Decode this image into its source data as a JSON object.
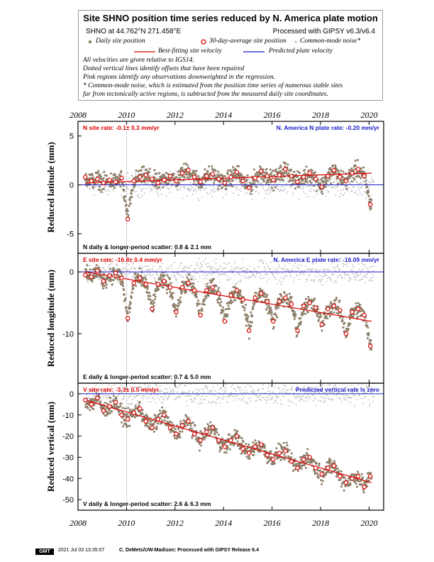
{
  "header": {
    "title": "Site SHNO position time series reduced by N. America plate motion",
    "site_coords": "SHNO at 44.762°N 271.458°E",
    "processing": "Processed with GIPSY v6.3/v6.4",
    "legend_daily": "Daily site position",
    "legend_avg": "30-day-average site position",
    "legend_cmn": "Common-mode noise*",
    "legend_best": "Best-fitting site velocity",
    "legend_pred": "Predicted plate velocity",
    "note1": "All velocities are given relative to IGS14.",
    "note2": "Dotted vertical lines identify offsets that have been repaired",
    "note3": "Pink regions identify any observations downweighted in the regression.",
    "note4": "* Common-mode noise, which is estimated from the position time series of numerous stable sites",
    "note5": "far from tectonically active regions, is subtracted from the measured daily site coordinates."
  },
  "colors": {
    "daily": "#8c7e68",
    "avg_fill": "#ffffff",
    "avg_edge": "#e00000",
    "cmn": "#b8b8b8",
    "best_fit": "#e00000",
    "predicted": "#1a1acc",
    "site_rate_text": "#e00000",
    "plate_rate_text": "#1a1acc"
  },
  "footer": {
    "logo": "GMT",
    "stamp": "2021 Jul 03 13:35:07",
    "credit": "C. DeMets/UW-Madison: Processed with GIPSY Release 6.4"
  },
  "chart_data": [
    {
      "type": "scatter",
      "component": "N",
      "ylabel": "Reduced latitude (mm)",
      "site_rate": "N site rate:  -0.1± 0.3 mm/yr",
      "plate_rate": "N. America N plate rate:  -0.20 mm/yr",
      "scatter": "N daily & longer-period scatter:    0.8 &    2.1 mm",
      "xlim": [
        2008.0,
        2020.6
      ],
      "ylim": [
        -7,
        6.5
      ],
      "yticks": [
        5,
        0,
        -5
      ],
      "xticks": [
        2008,
        2010,
        2012,
        2014,
        2016,
        2018,
        2020
      ],
      "offset_line_x": 2010.0,
      "best_fit": {
        "x": [
          2008.3,
          2020.1
        ],
        "y": [
          0.2,
          1.2
        ]
      },
      "predicted": {
        "x": [
          2008.0,
          2020.6
        ],
        "y": [
          0.0,
          0.0
        ]
      },
      "monthly_avg": {
        "x": [
          2008.3,
          2008.55,
          2008.8,
          2009.05,
          2009.3,
          2009.55,
          2009.8,
          2010.05,
          2010.3,
          2010.55,
          2010.8,
          2011.05,
          2011.3,
          2011.55,
          2011.8,
          2012.05,
          2012.3,
          2012.55,
          2012.8,
          2013.05,
          2013.3,
          2013.55,
          2013.8,
          2014.05,
          2014.3,
          2014.55,
          2014.8,
          2015.05,
          2015.3,
          2015.55,
          2015.8,
          2016.05,
          2016.3,
          2016.55,
          2016.8,
          2017.05,
          2017.3,
          2017.55,
          2017.8,
          2018.05,
          2018.3,
          2018.55,
          2018.8,
          2019.05,
          2019.3,
          2019.55,
          2019.8,
          2020.05
        ],
        "y": [
          0.8,
          0.4,
          0.6,
          0.2,
          0.5,
          0.3,
          0.7,
          -3.5,
          0.4,
          0.8,
          1.0,
          0.6,
          0.2,
          0.5,
          0.9,
          0.4,
          1.2,
          1.5,
          0.8,
          0.3,
          0.9,
          1.1,
          0.6,
          0.2,
          0.8,
          1.3,
          0.4,
          -0.3,
          0.7,
          1.4,
          0.9,
          0.5,
          1.0,
          1.6,
          0.9,
          0.3,
          0.8,
          1.2,
          0.6,
          -0.2,
          0.9,
          1.5,
          0.8,
          0.4,
          1.2,
          1.6,
          0.9,
          -2.0
        ]
      }
    },
    {
      "type": "scatter",
      "component": "E",
      "ylabel": "Reduced longitude (mm)",
      "site_rate": "E site rate: -16.8± 0.4 mm/yr",
      "plate_rate": "N. America E plate rate: -16.09 mm/yr",
      "scatter": "E daily & longer-period scatter:    0.7 &    5.0 mm",
      "xlim": [
        2008.0,
        2020.6
      ],
      "ylim": [
        -18,
        3
      ],
      "yticks": [
        0,
        -10
      ],
      "xticks": [
        2008,
        2010,
        2012,
        2014,
        2016,
        2018,
        2020
      ],
      "offset_line_x": 2010.0,
      "best_fit": {
        "x": [
          2008.3,
          2020.1
        ],
        "y": [
          0.0,
          -8.0
        ]
      },
      "predicted": {
        "x": [
          2008.0,
          2020.6
        ],
        "y": [
          0.0,
          0.0
        ]
      },
      "monthly_avg": {
        "x": [
          2008.3,
          2008.55,
          2008.8,
          2009.05,
          2009.3,
          2009.55,
          2009.8,
          2010.05,
          2010.3,
          2010.55,
          2010.8,
          2011.05,
          2011.3,
          2011.55,
          2011.8,
          2012.05,
          2012.3,
          2012.55,
          2012.8,
          2013.05,
          2013.3,
          2013.55,
          2013.8,
          2014.05,
          2014.3,
          2014.55,
          2014.8,
          2015.05,
          2015.3,
          2015.55,
          2015.8,
          2016.05,
          2016.3,
          2016.55,
          2016.8,
          2017.05,
          2017.3,
          2017.55,
          2017.8,
          2018.05,
          2018.3,
          2018.55,
          2018.8,
          2019.05,
          2019.3,
          2019.55,
          2019.8,
          2020.05
        ],
        "y": [
          -0.5,
          -0.8,
          0.2,
          -1.5,
          -0.6,
          -0.2,
          -1.0,
          -7.5,
          -1.8,
          -1.0,
          -2.0,
          -6.0,
          -2.0,
          -1.5,
          -2.5,
          -6.5,
          -2.5,
          -1.8,
          -3.0,
          -7.0,
          -3.0,
          -2.5,
          -3.5,
          -8.0,
          -3.8,
          -3.0,
          -4.5,
          -9.5,
          -4.2,
          -3.5,
          -4.8,
          -8.0,
          -4.8,
          -4.2,
          -5.2,
          -9.5,
          -5.5,
          -5.0,
          -5.8,
          -8.5,
          -6.0,
          -5.5,
          -6.2,
          -10.0,
          -6.5,
          -6.0,
          -7.0,
          -12.0
        ]
      }
    },
    {
      "type": "scatter",
      "component": "V",
      "ylabel": "Reduced vertical (mm)",
      "site_rate": "V site rate:  -3.3± 0.5 mm/yr",
      "plate_rate": "Predicted vertical rate is zero",
      "scatter": "V daily & longer-period scatter:    2.6 &    6.3 mm",
      "xlim": [
        2008.0,
        2020.6
      ],
      "ylim": [
        -55,
        5
      ],
      "yticks": [
        0,
        -10,
        -20,
        -30,
        -40,
        -50
      ],
      "xticks": [
        2008,
        2010,
        2012,
        2014,
        2016,
        2018,
        2020
      ],
      "offset_line_x": 2010.0,
      "best_fit": {
        "x": [
          2008.3,
          2020.1
        ],
        "y": [
          -3.0,
          -42.0
        ]
      },
      "predicted": {
        "x": [
          2008.0,
          2020.6
        ],
        "y": [
          0.0,
          0.0
        ]
      },
      "monthly_avg": {
        "x": [
          2008.3,
          2008.55,
          2008.8,
          2009.05,
          2009.3,
          2009.55,
          2009.8,
          2010.05,
          2010.3,
          2010.55,
          2010.8,
          2011.05,
          2011.3,
          2011.55,
          2011.8,
          2012.05,
          2012.3,
          2012.55,
          2012.8,
          2013.05,
          2013.3,
          2013.55,
          2013.8,
          2014.05,
          2014.3,
          2014.55,
          2014.8,
          2015.05,
          2015.3,
          2015.55,
          2015.8,
          2016.05,
          2016.3,
          2016.55,
          2016.8,
          2017.05,
          2017.3,
          2017.55,
          2017.8,
          2018.05,
          2018.3,
          2018.55,
          2018.8,
          2019.05,
          2019.3,
          2019.55,
          2019.8,
          2020.05
        ],
        "y": [
          -3,
          -5,
          -2,
          -8,
          -6,
          -4,
          -10,
          -12,
          -9,
          -7,
          -13,
          -16,
          -12,
          -10,
          -16,
          -19,
          -15,
          -13,
          -19,
          -22,
          -18,
          -16,
          -22,
          -25,
          -22,
          -20,
          -26,
          -28,
          -25,
          -24,
          -29,
          -31,
          -28,
          -27,
          -32,
          -35,
          -31,
          -30,
          -35,
          -38,
          -35,
          -34,
          -39,
          -42,
          -40,
          -39,
          -44,
          -39
        ]
      }
    }
  ]
}
